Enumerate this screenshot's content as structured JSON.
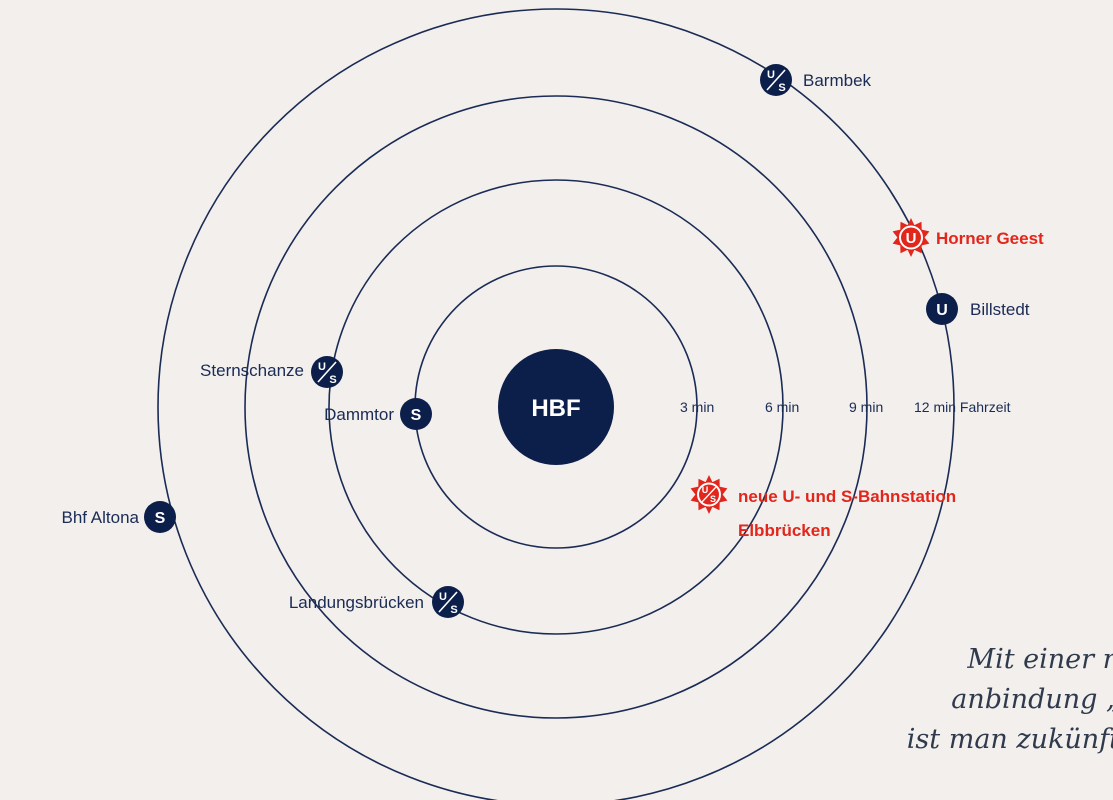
{
  "colors": {
    "background": "#f2efec",
    "navy": "#0c1f4a",
    "line": "#1a2b55",
    "new_station_red": "#e3261b"
  },
  "hub": {
    "label": "HBF"
  },
  "rings": [
    {
      "label": "3 min"
    },
    {
      "label": "6 min"
    },
    {
      "label": "9 min"
    },
    {
      "label": "12 min Fahrzeit"
    }
  ],
  "stations": [
    {
      "name": "Barmbek",
      "type": "U/S",
      "icon": "us-badge-icon",
      "new": false
    },
    {
      "name": "Horner Geest",
      "type": "U",
      "icon": "u-starburst-icon",
      "new": true
    },
    {
      "name": "Billstedt",
      "type": "U",
      "icon": "u-badge-icon",
      "new": false
    },
    {
      "name": "Sternschanze",
      "type": "U/S",
      "icon": "us-badge-icon",
      "new": false
    },
    {
      "name": "Dammtor",
      "type": "S",
      "icon": "s-badge-icon",
      "new": false
    },
    {
      "name": "Bhf Altona",
      "type": "S",
      "icon": "s-badge-icon",
      "new": false
    },
    {
      "name": "Landungsbrücken",
      "type": "U/S",
      "icon": "us-badge-icon",
      "new": false
    },
    {
      "name_lines": [
        "neue U- und S-Bahnstation",
        "Elbbrücken"
      ],
      "type": "U/S",
      "icon": "us-starburst-icon",
      "new": true
    }
  ],
  "quote": {
    "lines": [
      "Mit einer n",
      "anbindung „",
      "ist man zukünft"
    ]
  }
}
